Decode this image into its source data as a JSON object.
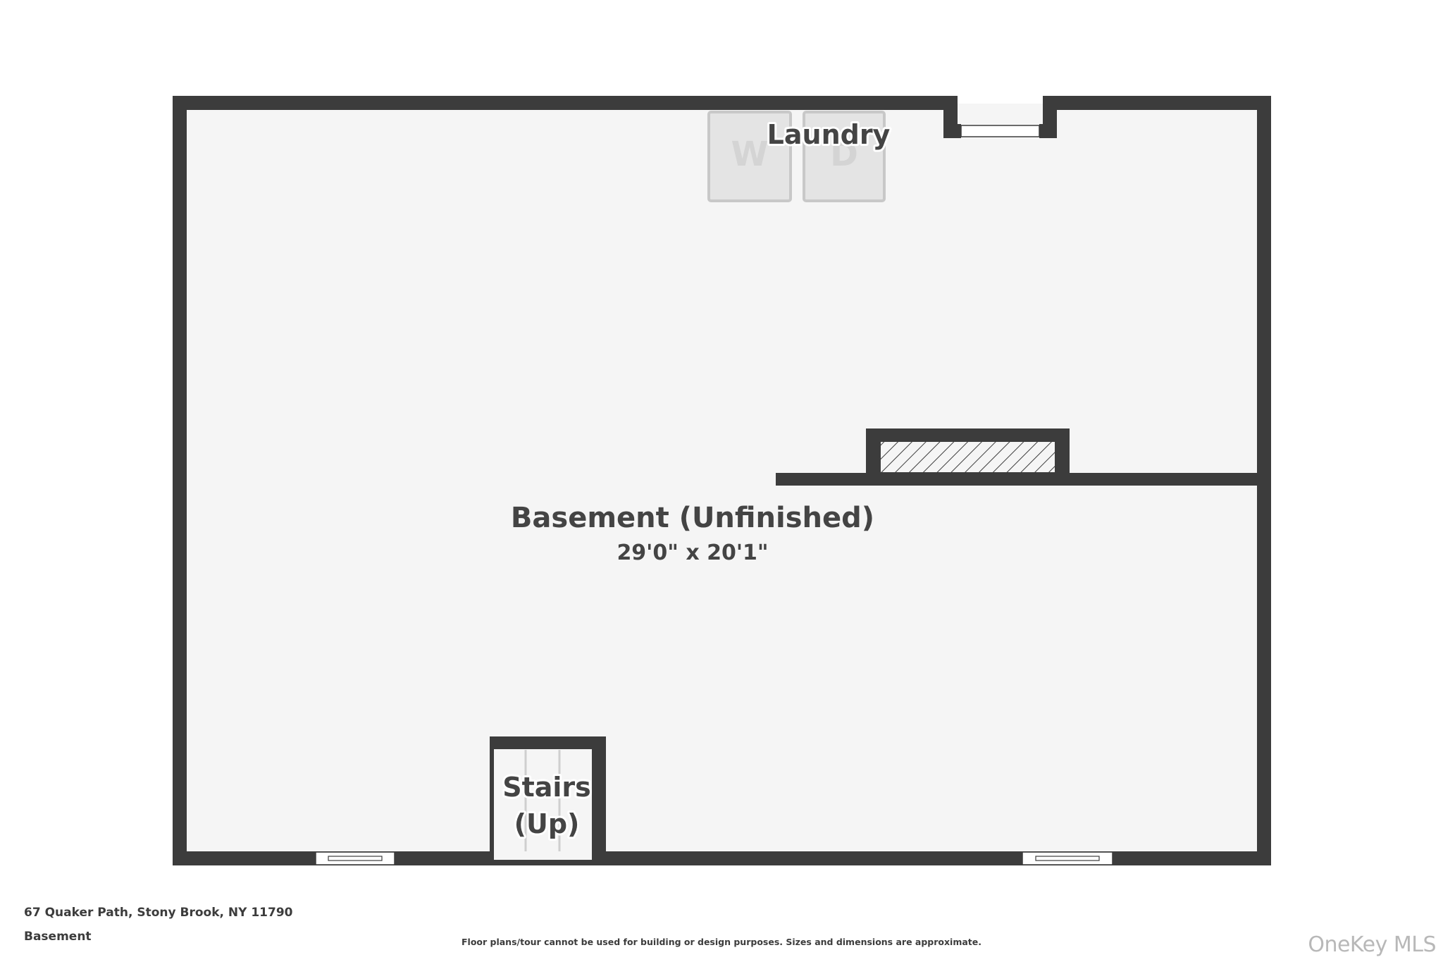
{
  "rooms": {
    "basement": {
      "name": "Basement (Unfinished)",
      "dimensions": "29'0\" x 20'1\""
    },
    "laundry": {
      "name": "Laundry",
      "washer_letter": "W",
      "dryer_letter": "D"
    },
    "stairs": {
      "line1": "Stairs",
      "line2": "(Up)"
    }
  },
  "footer": {
    "address": "67 Quaker Path, Stony Brook, NY 11790",
    "level": "Basement",
    "disclaimer": "Floor plans/tour cannot be used for building or design purposes. Sizes and dimensions are approximate."
  },
  "watermark": "OneKey MLS",
  "colors": {
    "wall": "#3c3c3c",
    "floor": "#f5f5f5",
    "text": "#444444",
    "appliance": "#e4e4e4"
  }
}
